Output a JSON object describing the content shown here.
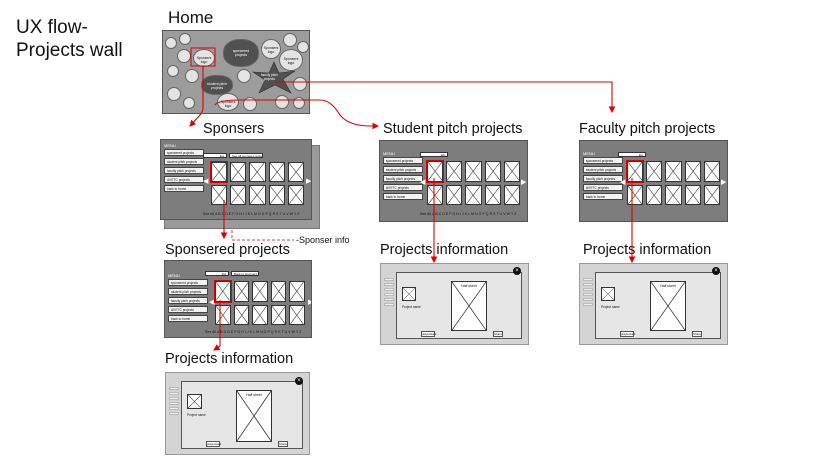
{
  "title": "UX flow-\nProjects wall",
  "sections": {
    "home": "Home",
    "sponsers": "Sponsers",
    "sponsered_projects": "Sponsered projects",
    "student_pitch": "Student pitch projects",
    "faculty_pitch": "Faculty pitch projects",
    "projects_info_1": "Projects information",
    "projects_info_2": "Projects information",
    "projects_info_3": "Projects information"
  },
  "home_screen": {
    "bubbles": {
      "sponsers_logo_1": "Sponsers\nlogo",
      "sponsered_projects": "sponsered\nprojects",
      "sponsers_logo_2": "Sponsers\nlogo",
      "sponsers_logo_3": "Sponsers\nlogo",
      "student_pitch": "student pitch\nprojects",
      "faculty_pitch": "faculty pitch\nprojects",
      "sponsers_logo_4": "Sponsers\nlogo"
    }
  },
  "menu": {
    "title": "MENU",
    "items": [
      "sponsered projects",
      "student pitch projects",
      "faculty pitch projects",
      "All ETC projects",
      "back to home"
    ]
  },
  "sponsers_screen": {
    "search_value": "EA",
    "search_extra": "See all sponsers projects"
  },
  "sponsered_screen": {
    "search_value": "EA",
    "search_extra": "Back to sponsers"
  },
  "student_screen": {
    "search_value": "EA"
  },
  "faculty_screen": {
    "search_value": "EA"
  },
  "alphabet": "See All  A B C D E F G H I J K L M N O P Q R S T U V W Y Z",
  "nav": {
    "left": "◀",
    "right": "▶"
  },
  "annotation": {
    "sponser_info": "-Sponser info"
  },
  "info_screen": {
    "half_sheet": "Half sheet",
    "project_name": "Project name",
    "playtest_button": "playtestact",
    "close": "×",
    "share_button": "Share"
  },
  "colors": {
    "flow_arrow": "#e00000",
    "screen_bg": "#7d7d7d",
    "info_bg": "#d4d4d4"
  }
}
